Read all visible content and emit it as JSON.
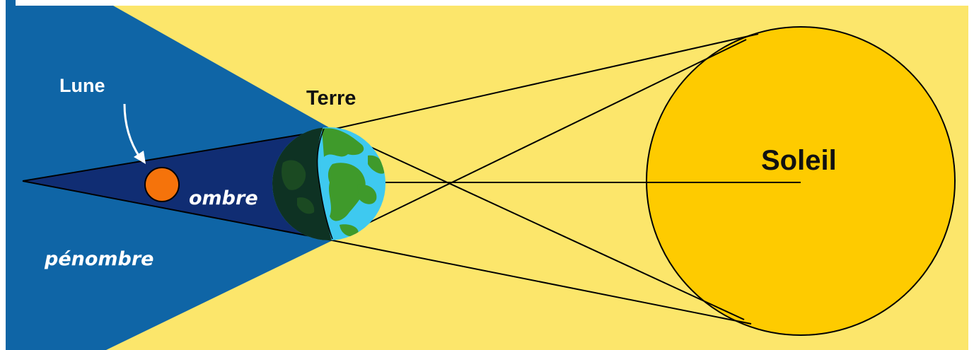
{
  "labels": {
    "moon": "Lune",
    "earth": "Terre",
    "sun": "Soleil",
    "umbra": "ombre",
    "penumbra": "pénombre"
  },
  "colors": {
    "background": "#fce66b",
    "penumbra": "#0f65a6",
    "umbra": "#102d73",
    "sun": "#fecb00",
    "moon": "#f5730b",
    "earth_ocean": "#3ec9f0",
    "earth_land": "#3f9a2b",
    "earth_night": "#0c2a17",
    "lines": "#000000"
  }
}
